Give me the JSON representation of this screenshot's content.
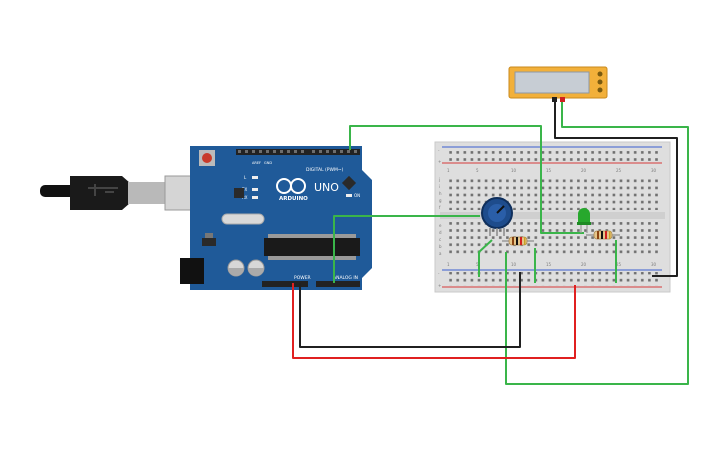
{
  "arduino": {
    "brand": "ARDUINO",
    "model": "UNO",
    "digital_header": "DIGITAL (PWM~)",
    "power_header": "POWER",
    "analog_header": "ANALOG IN",
    "led_labels": [
      "L",
      "TX",
      "RX"
    ],
    "on_label": "ON",
    "aref_label": "AREF",
    "gnd_label": "GND"
  },
  "breadboard": {
    "power_minus": "-",
    "power_plus": "+",
    "column_numbers": [
      "1",
      "5",
      "10",
      "15",
      "20",
      "25",
      "30"
    ],
    "row_letters_top": [
      "j",
      "i",
      "h",
      "g",
      "f"
    ],
    "row_letters_bottom": [
      "e",
      "d",
      "c",
      "b",
      "a"
    ]
  },
  "colors": {
    "arduino_board": "#1f5a99",
    "breadboard": "#dddddd",
    "wire_green": "#3ab54a",
    "wire_red": "#e02020",
    "wire_black": "#202020",
    "multimeter": "#f2b03a",
    "led": "#27a82d",
    "potentiometer": "#1e4c8c"
  },
  "components": {
    "potentiometer": "potentiometer",
    "resistor_1": "resistor",
    "resistor_2": "resistor",
    "led": "green-led",
    "multimeter": "multimeter",
    "usb_cable": "usb-cable"
  }
}
